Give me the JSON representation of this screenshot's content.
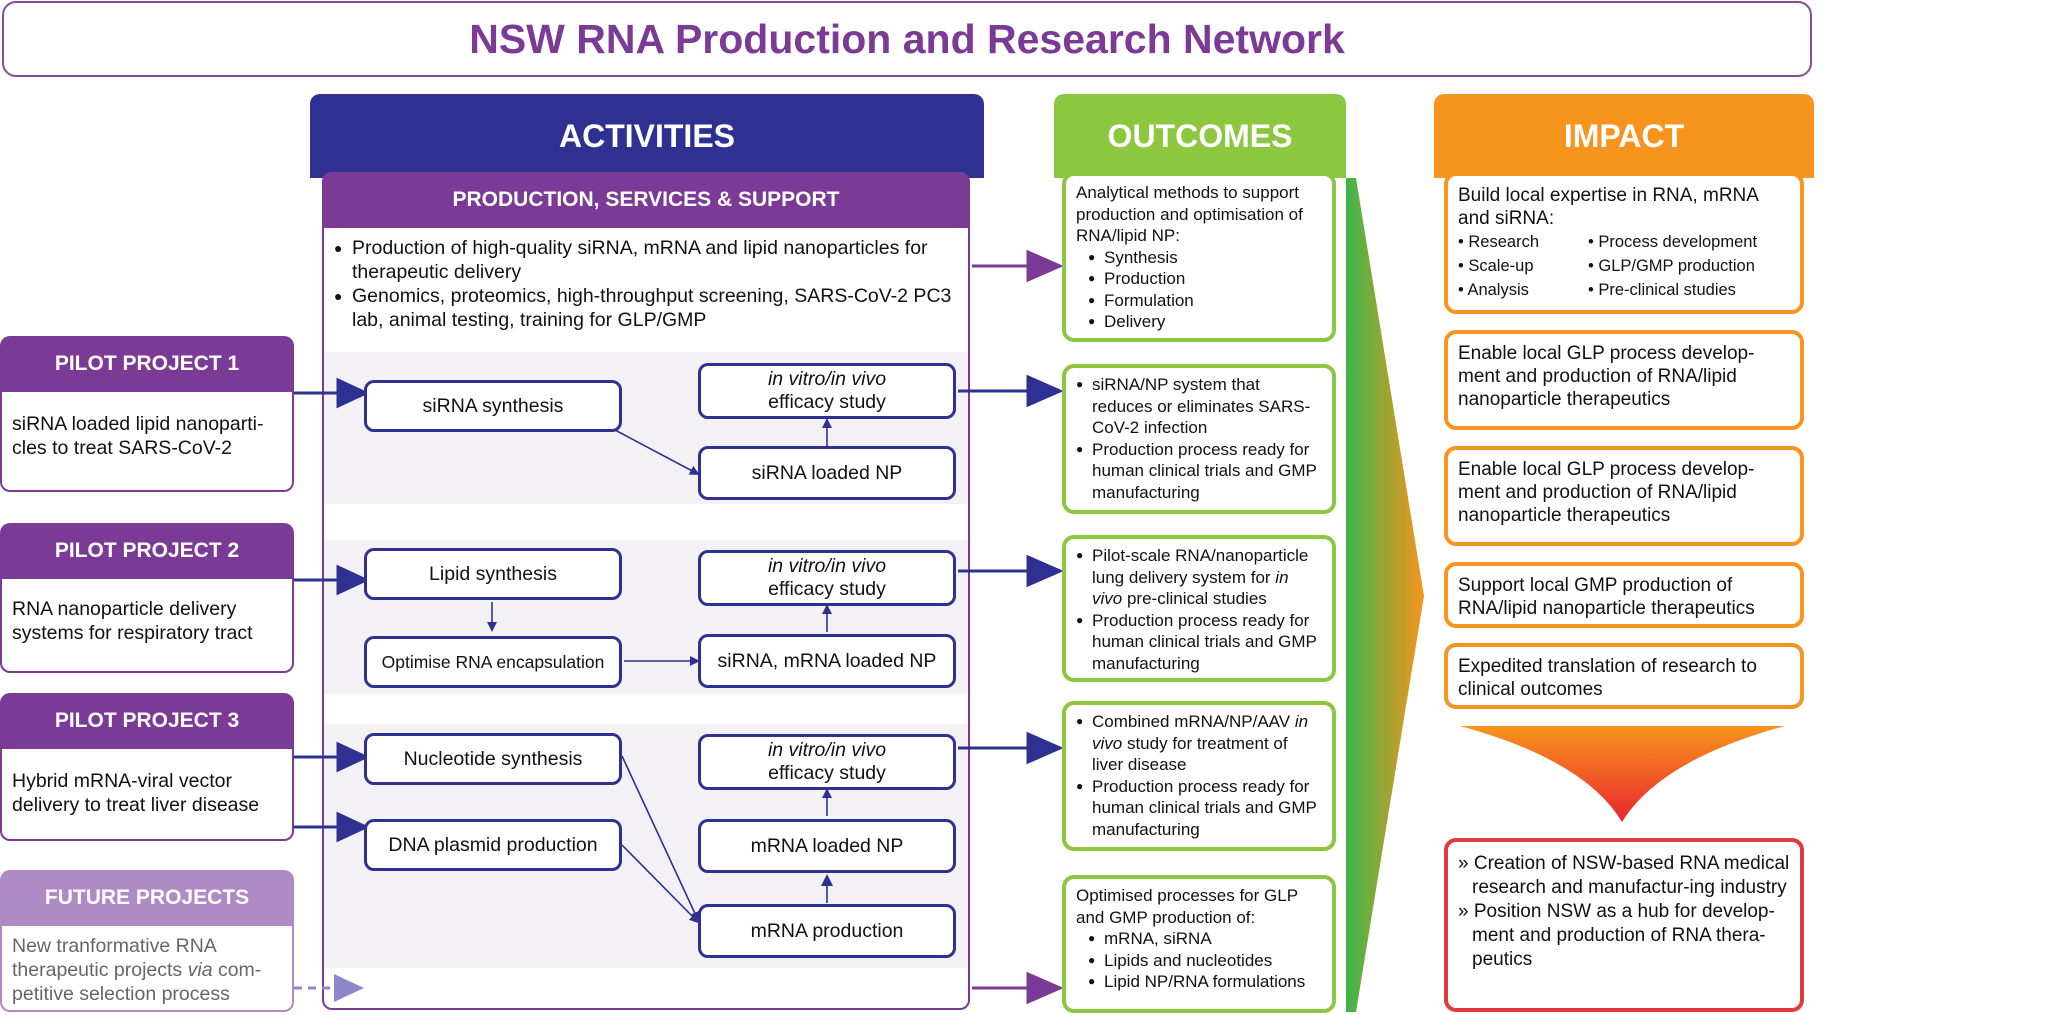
{
  "title": "NSW RNA Production and Research Network",
  "columns": {
    "activities": "ACTIVITIES",
    "outcomes": "OUTCOMES",
    "impact": "IMPACT"
  },
  "production": {
    "header": "PRODUCTION, SERVICES & SUPPORT",
    "bullets": [
      "Production of high-quality siRNA, mRNA and lipid nanoparticles for therapeutic delivery",
      "Genomics, proteomics, high-throughput screening, SARS-CoV-2 PC3 lab, animal testing, training for GLP/GMP"
    ]
  },
  "pilots": [
    {
      "title": "PILOT PROJECT 1",
      "desc": "siRNA loaded lipid nanoparti-cles to treat SARS-CoV-2"
    },
    {
      "title": "PILOT PROJECT 2",
      "desc": "RNA nanoparticle delivery systems for respiratory tract"
    },
    {
      "title": "PILOT PROJECT 3",
      "desc": "Hybrid mRNA-viral vector delivery to treat liver disease"
    },
    {
      "title": "FUTURE PROJECTS",
      "desc_parts": [
        "New tranformative RNA therapeutic projects ",
        "via",
        " com-petitive selection process"
      ]
    }
  ],
  "nodes": {
    "sirna_synthesis": "siRNA synthesis",
    "efficacy_italic": "in vitro/in vivo",
    "efficacy": "efficacy study",
    "sirna_loaded_np": "siRNA loaded NP",
    "lipid_synthesis": "Lipid synthesis",
    "optimise_rna": "Optimise RNA encapsulation",
    "sirna_mrna_loaded_np": "siRNA, mRNA loaded NP",
    "nucleotide_synthesis": "Nucleotide synthesis",
    "dna_plasmid": "DNA plasmid production",
    "mrna_loaded_np": "mRNA loaded NP",
    "mrna_production": "mRNA production"
  },
  "outcomes": {
    "o1": {
      "intro": "Analytical methods to support production and optimisation of RNA/lipid NP:",
      "items": [
        "Synthesis",
        "Production",
        "Formulation",
        "Delivery"
      ]
    },
    "o2": {
      "b1": "siRNA/NP system that reduces or eliminates SARS-CoV-2 infection",
      "b2": "Production process ready for human clinical trials and GMP manufacturing"
    },
    "o3": {
      "b1a": "Pilot-scale RNA/nanoparticle lung delivery system for ",
      "b1i": "in vivo",
      "b1b": " pre-clinical studies",
      "b2": "Production process ready for human clinical trials and GMP manufacturing"
    },
    "o4": {
      "b1a": "Combined mRNA/NP/AAV ",
      "b1i": "in vivo",
      "b1b": " study for treatment of liver disease",
      "b2": "Production process ready for human clinical trials and GMP manufacturing"
    },
    "o5": {
      "intro": "Optimised processes for GLP and GMP production of:",
      "items": [
        "mRNA, siRNA",
        "Lipids and nucleotides",
        "Lipid NP/RNA formulations"
      ]
    }
  },
  "impact": {
    "i1": {
      "intro": "Build local expertise in RNA, mRNA and siRNA:",
      "items": [
        "Research",
        "Process development",
        "Scale-up",
        "GLP/GMP production",
        "Analysis",
        "Pre-clinical studies"
      ]
    },
    "i2": "Enable local GLP process develop-ment and production of RNA/lipid nanoparticle therapeutics",
    "i3": "Enable local GLP process develop-ment and production of RNA/lipid nanoparticle therapeutics",
    "i4": "Support local GMP production of RNA/lipid nanoparticle therapeutics",
    "i5": "Expedited translation of research to clinical outcomes",
    "final": [
      "» Creation of NSW-based RNA medical research and manufactur-ing industry",
      "» Position NSW as a hub for develop-ment and production of RNA thera-peutics"
    ]
  },
  "colors": {
    "purple": "#7b3a96",
    "navy": "#2e3192",
    "green": "#8dc63f",
    "orange": "#f7941d",
    "red": "#e03a3e",
    "future": "#b08ac4"
  }
}
